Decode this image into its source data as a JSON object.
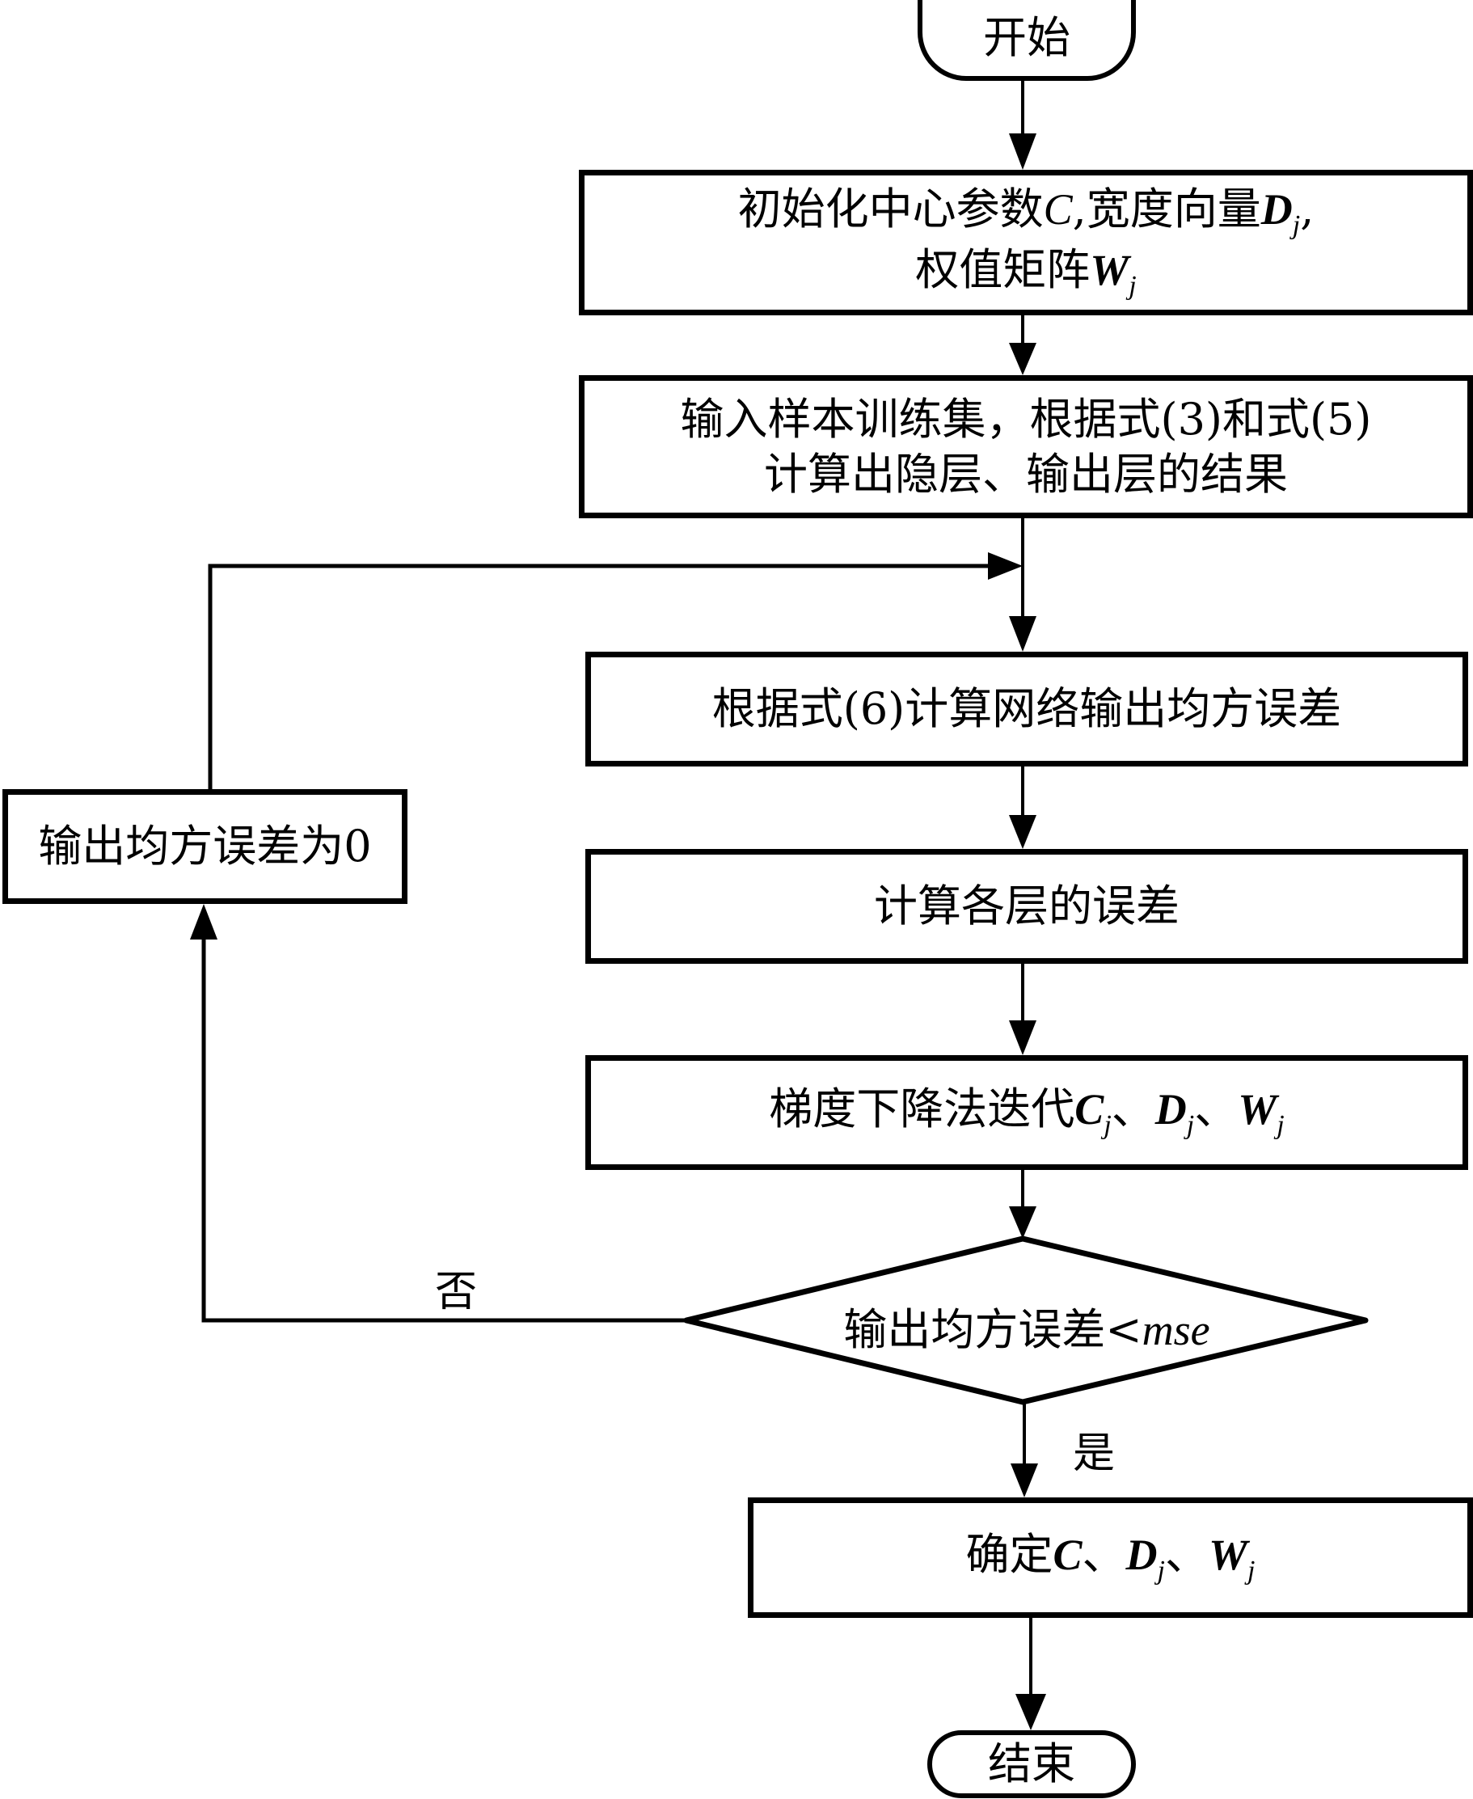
{
  "diagram": {
    "type": "flowchart",
    "nodes": {
      "start": {
        "label": "开始"
      },
      "init": {
        "line1": {
          "text": "初始化中心参数",
          "sym1": "C",
          "sep1": ",宽度向量",
          "sym2": "D",
          "sub2": "j",
          "tail": ","
        },
        "line2": {
          "text": "权值矩阵",
          "sym": "W",
          "sub": "j"
        }
      },
      "input": {
        "line1": "输入样本训练集，根据式(3)和式(5)",
        "line2": "计算出隐层、输出层的结果"
      },
      "mse": {
        "label": "根据式(6)计算网络输出均方误差"
      },
      "layer_error": {
        "label": "计算各层的误差"
      },
      "gradient": {
        "text": "梯度下降法迭代",
        "sym1": "C",
        "sub1": "j",
        "sep1": "、",
        "sym2": "D",
        "sub2": "j",
        "sep2": "、",
        "sym3": "W",
        "sub3": "j"
      },
      "decision": {
        "text": "输出均方误差<",
        "sym": "mse"
      },
      "reset": {
        "label": "输出均方误差为0"
      },
      "determine": {
        "text": "确定",
        "sym1": "C",
        "sep1": "、",
        "sym2": "D",
        "sub2": "j",
        "sep2": "、",
        "sym3": "W",
        "sub3": "j"
      },
      "end": {
        "label": "结束"
      }
    },
    "edges": {
      "no_label": "否",
      "yes_label": "是"
    },
    "colors": {
      "stroke": "#000000",
      "fill": "#ffffff"
    }
  }
}
